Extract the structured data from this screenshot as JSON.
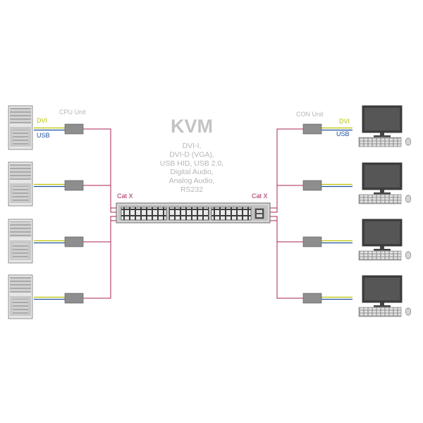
{
  "title": "KVM",
  "features": [
    "DVI-I,",
    "DVI-D (VGA),",
    "USB HID, USB 2.0,",
    "Digital Audio,",
    "Analog Audio,",
    "RS232"
  ],
  "cpu_unit_label": "CPU Unit",
  "con_unit_label": "CON Unit",
  "dvi_label": "DVI",
  "usb_label": "USB",
  "cat_left_label": "Cat X",
  "cat_right_label": "Cat X",
  "colors": {
    "dvi": "#b9c400",
    "usb": "#1c4f9c",
    "cat": "#a8235a",
    "gray_text": "#b5b5b5",
    "title": "#c3c3c3"
  }
}
